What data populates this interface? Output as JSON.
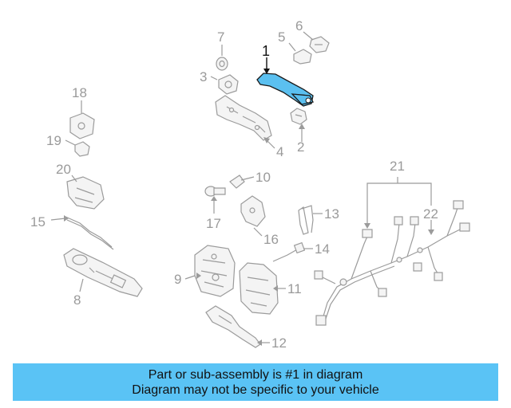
{
  "diagram": {
    "highlight_color": "#5bc0f0",
    "callouts": [
      "1",
      "2",
      "3",
      "4",
      "5",
      "6",
      "7",
      "8",
      "9",
      "10",
      "11",
      "12",
      "13",
      "14",
      "15",
      "16",
      "17",
      "18",
      "19",
      "20",
      "21",
      "22"
    ]
  },
  "banner": {
    "background": "#5ac3f5",
    "line1": "Part or sub-assembly is #1 in diagram",
    "line2": "Diagram may not be specific to your vehicle"
  }
}
